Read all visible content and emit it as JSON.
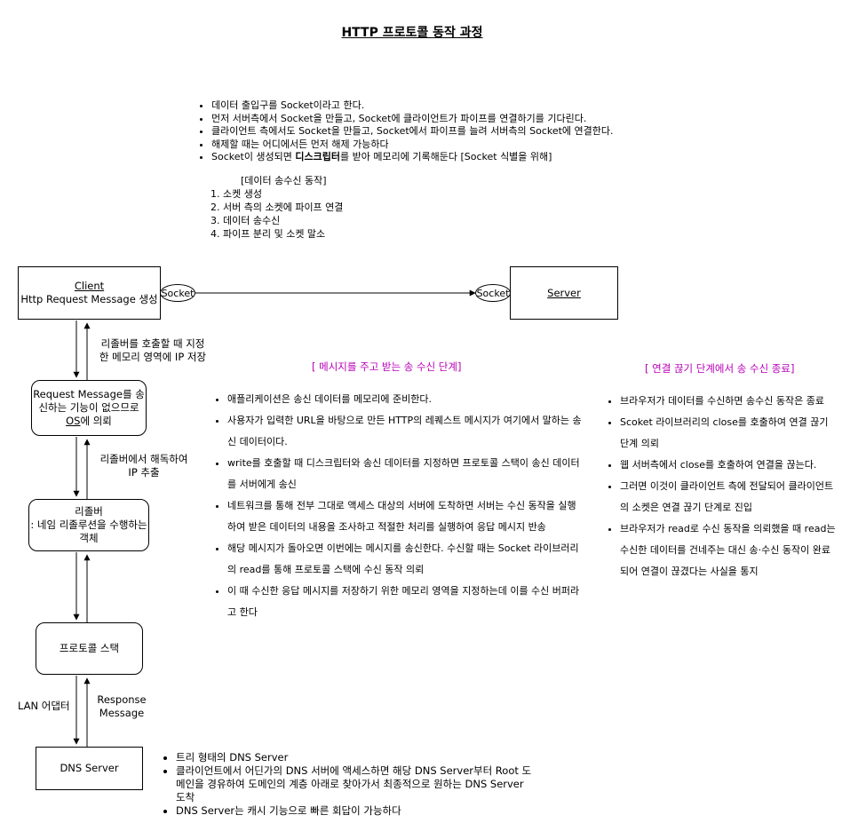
{
  "title": "HTTP 프로토콜 동작 과정",
  "intro_bullets": [
    "데이터 출입구를 Socket이라고 한다.",
    "먼저 서버측에서 Socket을 만들고, Socket에 클라이언트가 파이프를 연결하기를 기다린다.",
    "클라이언트 측에서도 Socket을 만들고, Socket에서 파이프를 늘려 서버측의 Socket에 연결한다.",
    "해제할 때는 어디에서든 먼저 해제 가능하다",
    {
      "before": "Socket이 생성되면 ",
      "bold": "디스크립터",
      "after": "를 받아 메모리에 기록해둔다 [Socket 식별을 위해]"
    }
  ],
  "steps": {
    "heading": "[데이터 송수신 동작]",
    "items": [
      "1. 소켓 생성",
      "2. 서버 측의 소켓에 파이프 연결",
      "3. 데이터 송수신",
      "4. 파이프 분리 및 소켓 말소"
    ]
  },
  "nodes": {
    "client": {
      "line1": "Client",
      "line2": "Http Request Message 생성"
    },
    "server": "Server",
    "socket_client": "Socket",
    "socket_server": "Socket",
    "request": {
      "line1": "Request Message를 송",
      "line2": "신하는 기능이 없으므로",
      "line3_u": "OS",
      "line3_rest": "에 의뢰"
    },
    "resolver": {
      "line1": "리졸버",
      "line2": ": 네임 리졸루션을 수행하는",
      "line3": "객체"
    },
    "protocol_stack": "프로토콜 스택",
    "dns_server": "DNS Server"
  },
  "edge_labels": {
    "resolver_call": [
      "리졸버를 호출할 때 지정",
      "한 메모리 영역에 IP 저장"
    ],
    "resolver_decode": [
      "리졸버에서 해독하여",
      "IP 추출"
    ],
    "lan_adapter": "LAN 어댑터",
    "response": [
      "Response",
      "Message"
    ]
  },
  "sections": {
    "send_receive": {
      "title": "[ 메시지를 주고 받는 송 수신 단계]",
      "bullets": [
        "애플리케이션은 송신 데이터를 메모리에 준비한다.",
        "사용자가 입력한 URL을 바탕으로 만든 HTTP의 레퀘스트 메시지가 여기에서 말하는 송신 데이터이다.",
        "write를 호출할 때 디스크립터와 송신 데이터를 지정하면 프로토콜 스택이 송신 데이터를 서버에게 송신",
        "네트워크를 통해 전부 그대로 액세스 대상의 서버에 도착하면 서버는 수신 동작을 실행하여 받은 데이터의 내용을 조사하고 적절한 처리를 실행하여 응답 메시지 반송",
        "해당 메시지가 돌아오면 이번에는 메시지를 송신한다. 수신할 때는 Socket 라이브러리의 read를 통해 프로토콜 스택에 수신 동작 의뢰",
        "이 때 수신한 응답 메시지를 저장하기 위한 메모리 영역을 지정하는데 이를 수신 버퍼라고 한다"
      ]
    },
    "disconnect": {
      "title": "[ 연결 끊기 단계에서 송 수신 종료]",
      "bullets": [
        "브라우저가 데이터를 수신하면 송수신 동작은 종료",
        "Scoket 라이브러리의 close를 호출하여 연결 끊기 단계 의뢰",
        "웹 서버측에서 close를 호출하여 연결을 끊는다.",
        "그러면 이것이 클라이언트 측에 전달되어 클라이언트의 소켓은 연결 끊기 단계로 진입",
        "브라우저가 read로 수신 동작을 의뢰했을 때 read는 수신한 데이터를 건네주는 대신 송·수신 동작이 완료되어 연결이 끊겼다는 사실을 통지"
      ]
    }
  },
  "dns_notes": [
    "트리 형태의 DNS Server",
    "클라이언트에서 어딘가의 DNS 서버에 액세스하면 해당 DNS Server부터 Root 도메인을 경유하여 도메인의 계층 아래로 찾아가서 최종적으로 원하는 DNS Server 도착",
    "DNS Server는 캐시 기능으로 빠른 회답이 가능하다"
  ],
  "colors": {
    "section_title": "#b800b8",
    "stroke": "#000000"
  }
}
